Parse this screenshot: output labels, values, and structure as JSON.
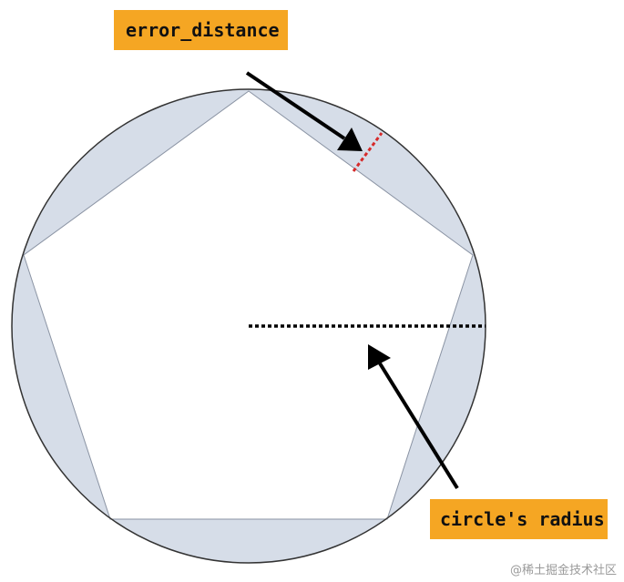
{
  "labels": {
    "error_distance": "error_distance",
    "circle_radius": "circle's radius"
  },
  "watermark": "@稀土掘金技术社区",
  "colors": {
    "label_background": "#f5a623",
    "segment_fill": "#d6dde8",
    "outline": "#333333",
    "error_marker": "#d62a2a",
    "arrow": "#000000"
  }
}
